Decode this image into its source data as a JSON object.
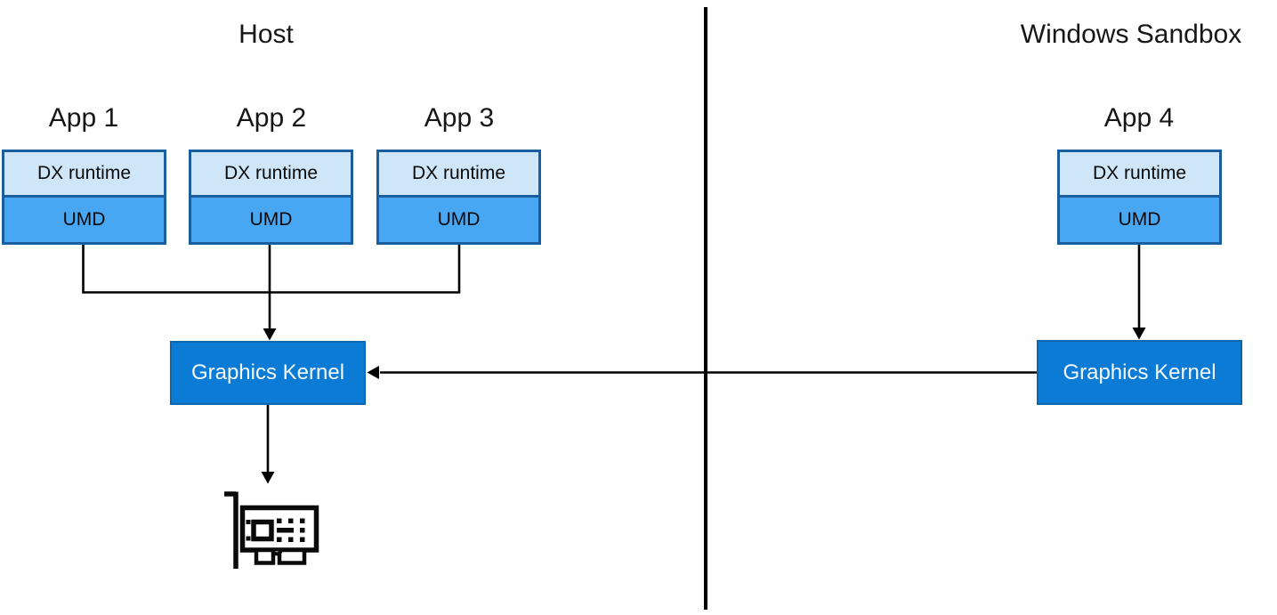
{
  "host": {
    "title": "Host",
    "apps": [
      {
        "label": "App 1",
        "dx": "DX runtime",
        "umd": "UMD"
      },
      {
        "label": "App 2",
        "dx": "DX runtime",
        "umd": "UMD"
      },
      {
        "label": "App 3",
        "dx": "DX runtime",
        "umd": "UMD"
      }
    ],
    "kernel": "Graphics Kernel",
    "gpu_icon": "gpu-card-icon"
  },
  "sandbox": {
    "title": "Windows Sandbox",
    "apps": [
      {
        "label": "App 4",
        "dx": "DX runtime",
        "umd": "UMD"
      }
    ],
    "kernel": "Graphics Kernel"
  },
  "colors": {
    "dx_fill": "#cfe6f9",
    "umd_fill": "#47a7f3",
    "box_border": "#1b5e9e",
    "kernel_fill": "#0b7bd5",
    "kernel_text": "#f4f9fd",
    "line": "#000000"
  }
}
